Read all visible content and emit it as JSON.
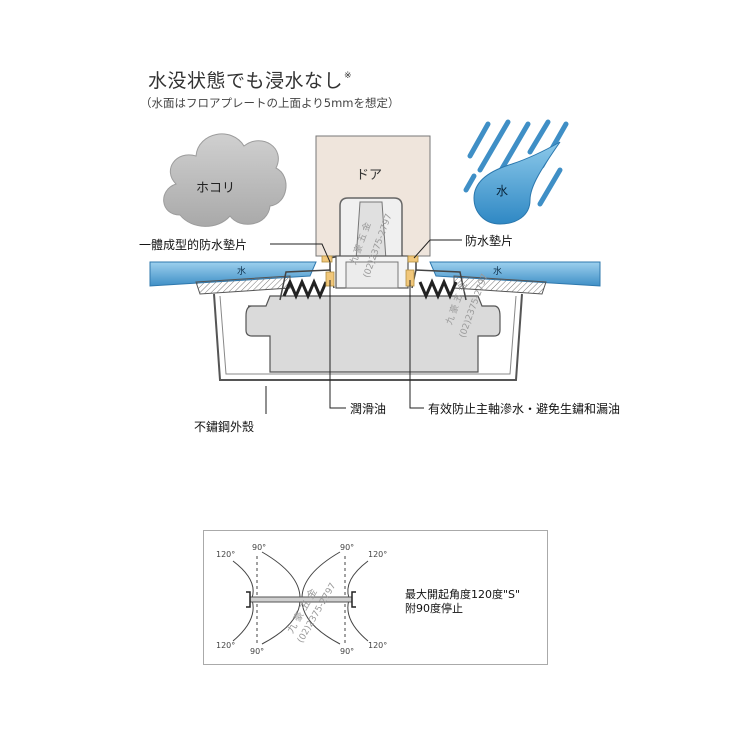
{
  "title": "水没状態でも浸水なし",
  "title_mark": "※",
  "subtitle": "（水面はフロアプレートの上面より5mmを想定）",
  "cloud_label": "ホコリ",
  "door_label": "ドア",
  "drop_label": "水",
  "water_label_left": "水",
  "water_label_right": "水",
  "labels": {
    "integrated_gasket": "一體成型的防水墊片",
    "gasket": "防水墊片",
    "lubricant": "潤滑油",
    "prevent_seepage": "有效防止主軸滲水・避免生鏽和漏油",
    "stainless_case": "不鏽鋼外殼"
  },
  "watermark": {
    "brand": "九 豪 五 金",
    "phone": "(02)2375-2797"
  },
  "spec": {
    "line1": "最大開起角度120度\"S\"",
    "line2": "附90度停止",
    "angle_tl_outer": "120°",
    "angle_tl_inner": "90°",
    "angle_tr_inner": "90°",
    "angle_tr_outer": "120°",
    "angle_bl_outer": "120°",
    "angle_bl_inner": "90°",
    "angle_br_inner": "90°",
    "angle_br_outer": "120°"
  },
  "colors": {
    "water": "#4a93c8",
    "water_light": "#bfe0f2",
    "cloud": "#b8b8b8",
    "door": "#efe5dc",
    "lubricant": "#f1c77a",
    "housing": "#d6d6d6"
  }
}
